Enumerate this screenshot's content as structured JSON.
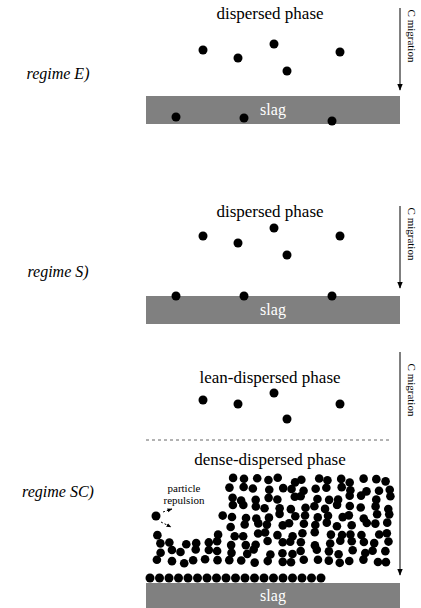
{
  "diagram": {
    "nodes": [
      {
        "text": [
          "slag"
        ]
      },
      {
        "text": [
          "slag"
        ]
      },
      {
        "text": [
          "slag"
        ]
      }
    ],
    "labels": [
      "dispersed phase",
      "regime E)",
      "C migration",
      "dispersed phase",
      "regime S)",
      "C migration",
      "lean-dispersed phase",
      "regime SC)",
      "dense-dispersed phase",
      "particle repulsion",
      "C migration"
    ]
  }
}
